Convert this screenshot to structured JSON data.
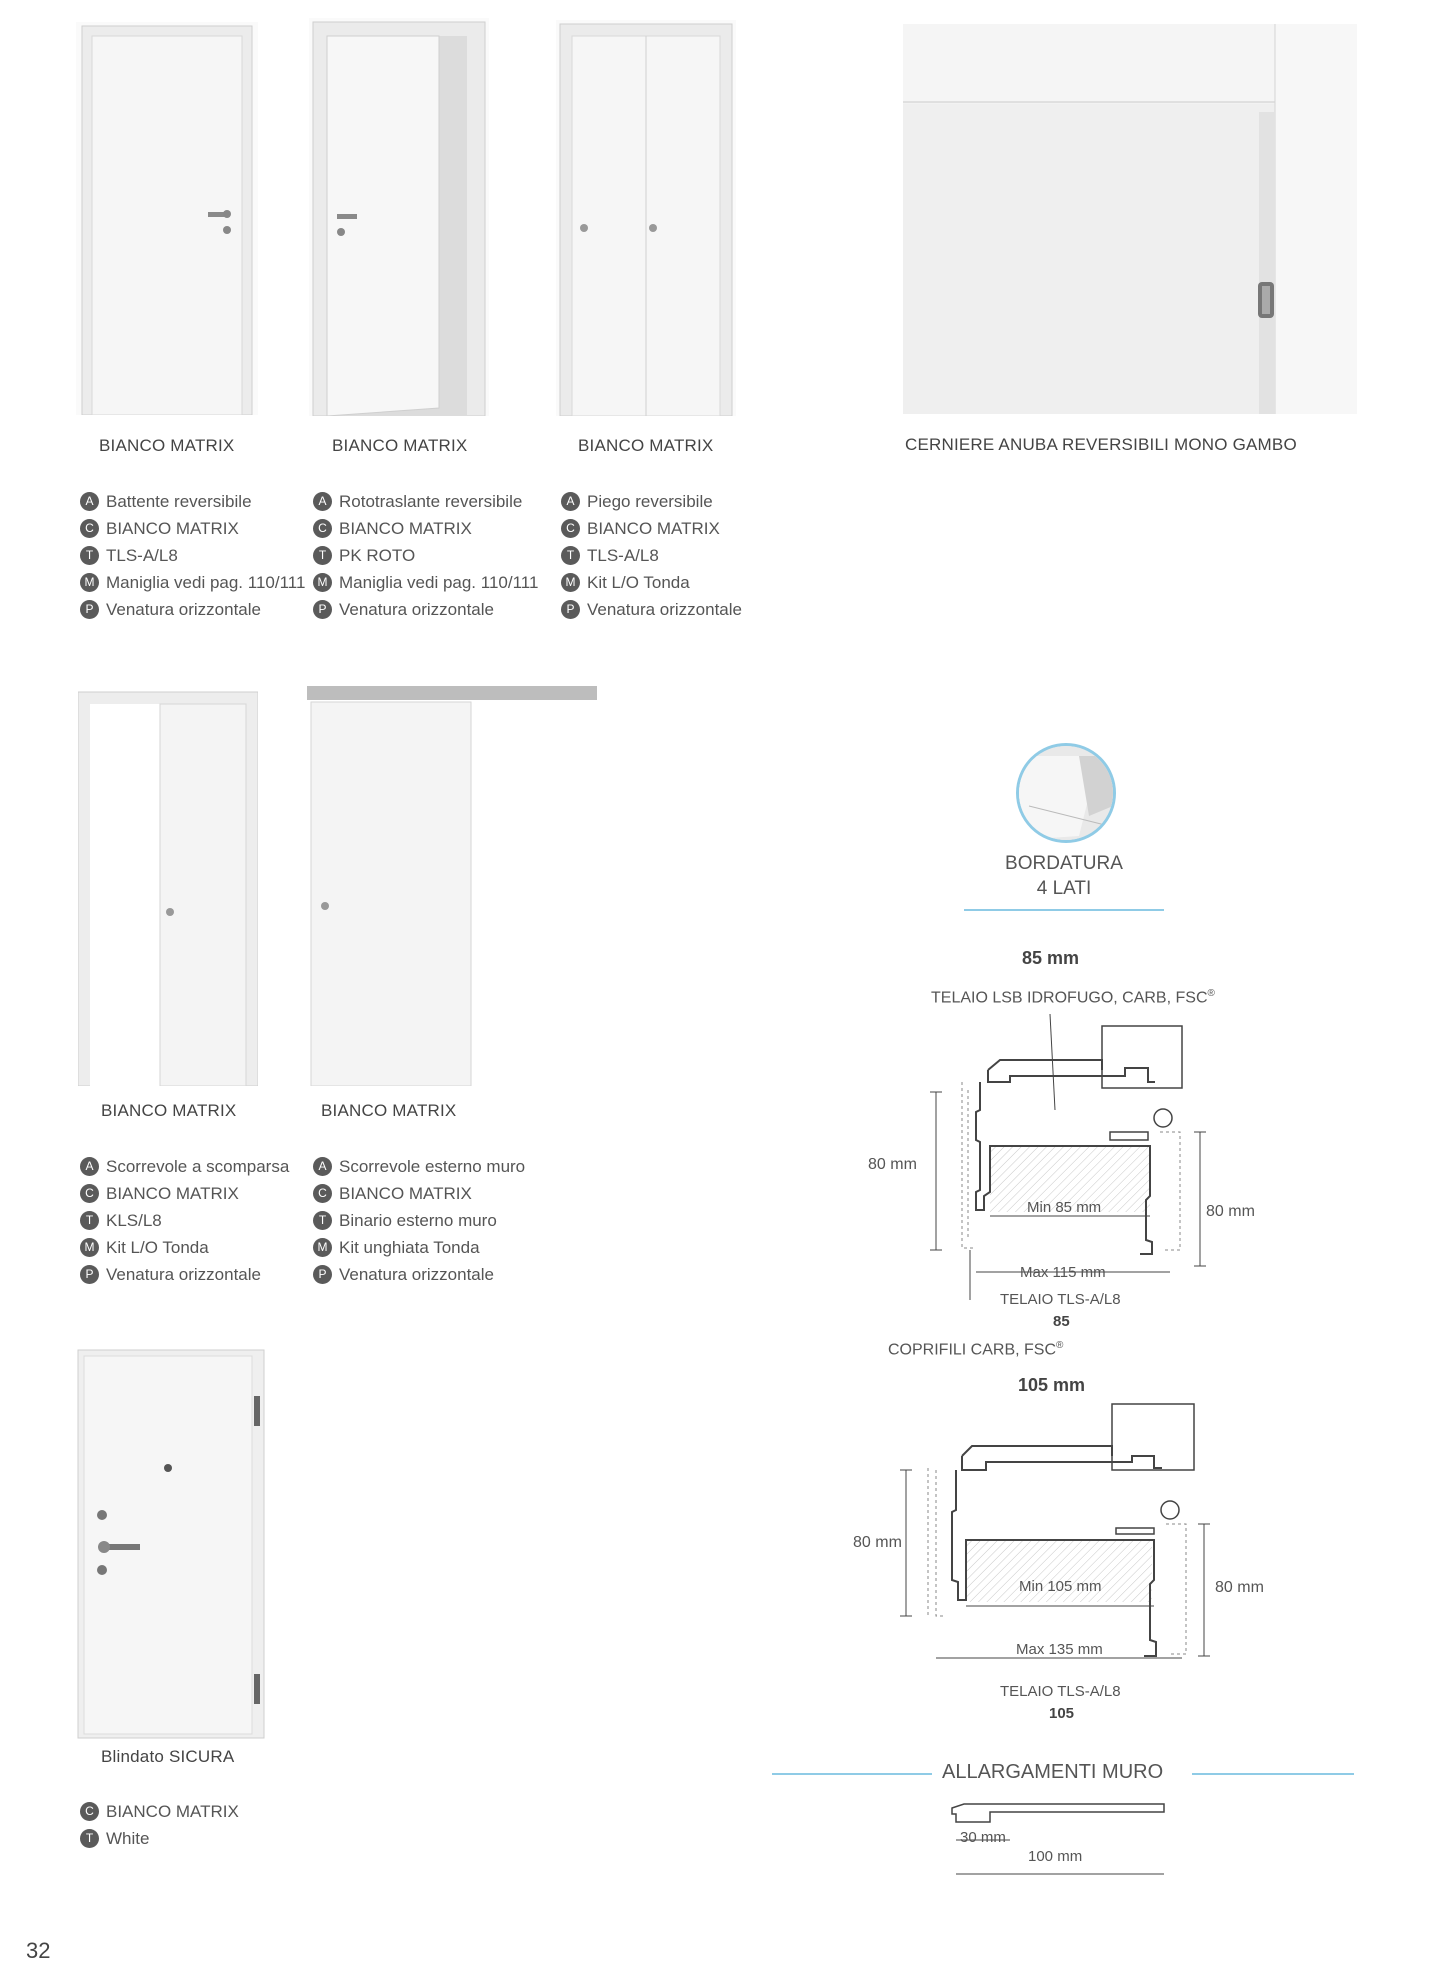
{
  "doors_row1": [
    {
      "caption": "BIANCO MATRIX",
      "specs": [
        {
          "badge": "A",
          "text": "Battente reversibile"
        },
        {
          "badge": "C",
          "text": "BIANCO MATRIX"
        },
        {
          "badge": "T",
          "text": "TLS-A/L8"
        },
        {
          "badge": "M",
          "text": "Maniglia vedi pag. 110/111"
        },
        {
          "badge": "P",
          "text": "Venatura orizzontale"
        }
      ]
    },
    {
      "caption": "BIANCO MATRIX",
      "specs": [
        {
          "badge": "A",
          "text": "Rototraslante reversibile"
        },
        {
          "badge": "C",
          "text": "BIANCO MATRIX"
        },
        {
          "badge": "T",
          "text": "PK ROTO"
        },
        {
          "badge": "M",
          "text": "Maniglia vedi pag. 110/111"
        },
        {
          "badge": "P",
          "text": "Venatura orizzontale"
        }
      ]
    },
    {
      "caption": "BIANCO MATRIX",
      "specs": [
        {
          "badge": "A",
          "text": "Piego reversibile"
        },
        {
          "badge": "C",
          "text": "BIANCO MATRIX"
        },
        {
          "badge": "T",
          "text": "TLS-A/L8"
        },
        {
          "badge": "M",
          "text": "Kit L/O Tonda"
        },
        {
          "badge": "P",
          "text": "Venatura orizzontale"
        }
      ]
    }
  ],
  "hinge_caption": "CERNIERE ANUBA REVERSIBILI MONO GAMBO",
  "doors_row2": [
    {
      "caption": "BIANCO MATRIX",
      "specs": [
        {
          "badge": "A",
          "text": "Scorrevole a scomparsa"
        },
        {
          "badge": "C",
          "text": "BIANCO MATRIX"
        },
        {
          "badge": "T",
          "text": "KLS/L8"
        },
        {
          "badge": "M",
          "text": "Kit L/O Tonda"
        },
        {
          "badge": "P",
          "text": "Venatura orizzontale"
        }
      ]
    },
    {
      "caption": "BIANCO MATRIX",
      "specs": [
        {
          "badge": "A",
          "text": "Scorrevole esterno muro"
        },
        {
          "badge": "C",
          "text": "BIANCO MATRIX"
        },
        {
          "badge": "T",
          "text": "Binario esterno muro"
        },
        {
          "badge": "M",
          "text": "Kit unghiata Tonda"
        },
        {
          "badge": "P",
          "text": "Venatura orizzontale"
        }
      ]
    }
  ],
  "blindato": {
    "caption": "Blindato SICURA",
    "specs": [
      {
        "badge": "C",
        "text": "BIANCO MATRIX"
      },
      {
        "badge": "T",
        "text": "White"
      }
    ]
  },
  "bordatura": {
    "line1": "BORDATURA",
    "line2": "4 LATI"
  },
  "section85": {
    "title": "85 mm",
    "top_label": "TELAIO LSB IDROFUGO, CARB, FSC",
    "sup": "®",
    "left_dim": "80 mm",
    "right_dim": "80 mm",
    "min": "Min 85 mm",
    "max": "Max 115 mm",
    "telaio": "TELAIO TLS-A/L8",
    "telaio_num": "85",
    "coprifili": "COPRIFILI CARB, FSC",
    "coprifili_sup": "®"
  },
  "section105": {
    "title": "105 mm",
    "left_dim": "80 mm",
    "right_dim": "80 mm",
    "min": "Min 105 mm",
    "max": "Max 135 mm",
    "telaio": "TELAIO TLS-A/L8",
    "telaio_num": "105"
  },
  "allargamenti": {
    "title": "ALLARGAMENTI MURO",
    "dim1": "30 mm",
    "dim2": "100 mm"
  },
  "page_number": "32",
  "colors": {
    "accent_line": "#8fcbe6",
    "badge": "#5a5a5a",
    "photo_bg": "#f3f3f3"
  }
}
